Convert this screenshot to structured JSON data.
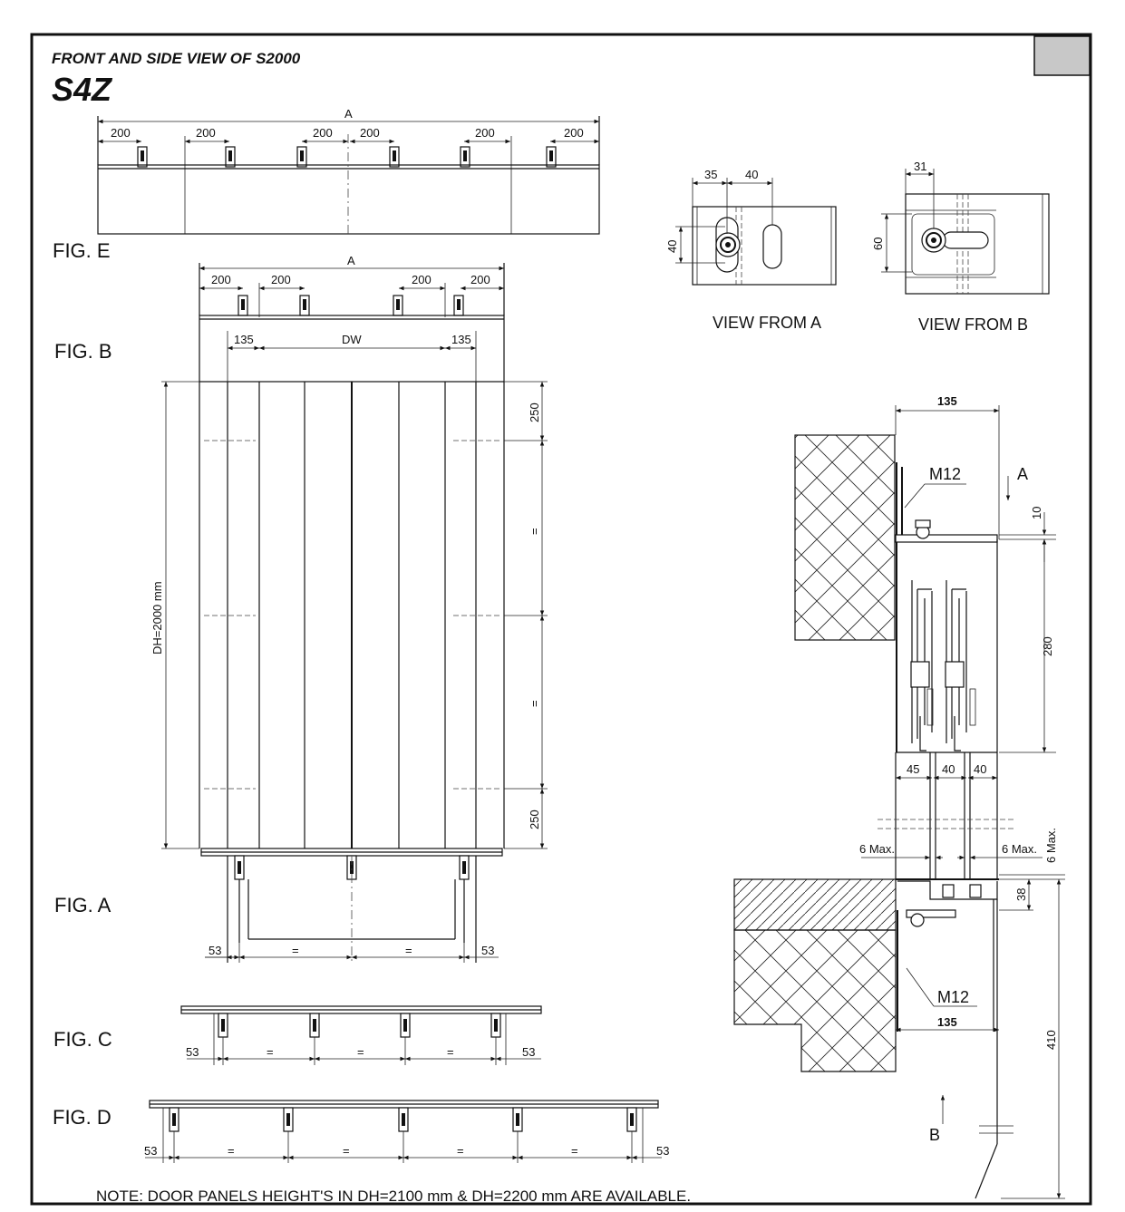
{
  "header": {
    "subtitle": "FRONT AND SIDE VIEW OF S2000",
    "title": "S4Z"
  },
  "figures": {
    "fig_e": "FIG. E",
    "fig_b": "FIG. B",
    "fig_a": "FIG. A",
    "fig_c": "FIG. C",
    "fig_d": "FIG. D"
  },
  "views": {
    "view_a": "VIEW FROM A",
    "view_b": "VIEW FROM B"
  },
  "dimensions": {
    "a": "A",
    "d200": "200",
    "d135": "135",
    "dw": "DW",
    "dh": "DH=2000 mm",
    "d250": "250",
    "eq": "=",
    "d53": "53",
    "d35": "35",
    "d40": "40",
    "d31": "31",
    "d60": "60",
    "d10": "10",
    "d280": "280",
    "d45": "45",
    "six_max": "6 Max.",
    "six_max_v": "6 Max.",
    "d38": "38",
    "d410": "410",
    "m12": "M12",
    "arrow_a": "A",
    "arrow_b": "B"
  },
  "note": "NOTE:  DOOR PANELS HEIGHT'S IN DH=2100 mm & DH=2200 mm ARE AVAILABLE."
}
